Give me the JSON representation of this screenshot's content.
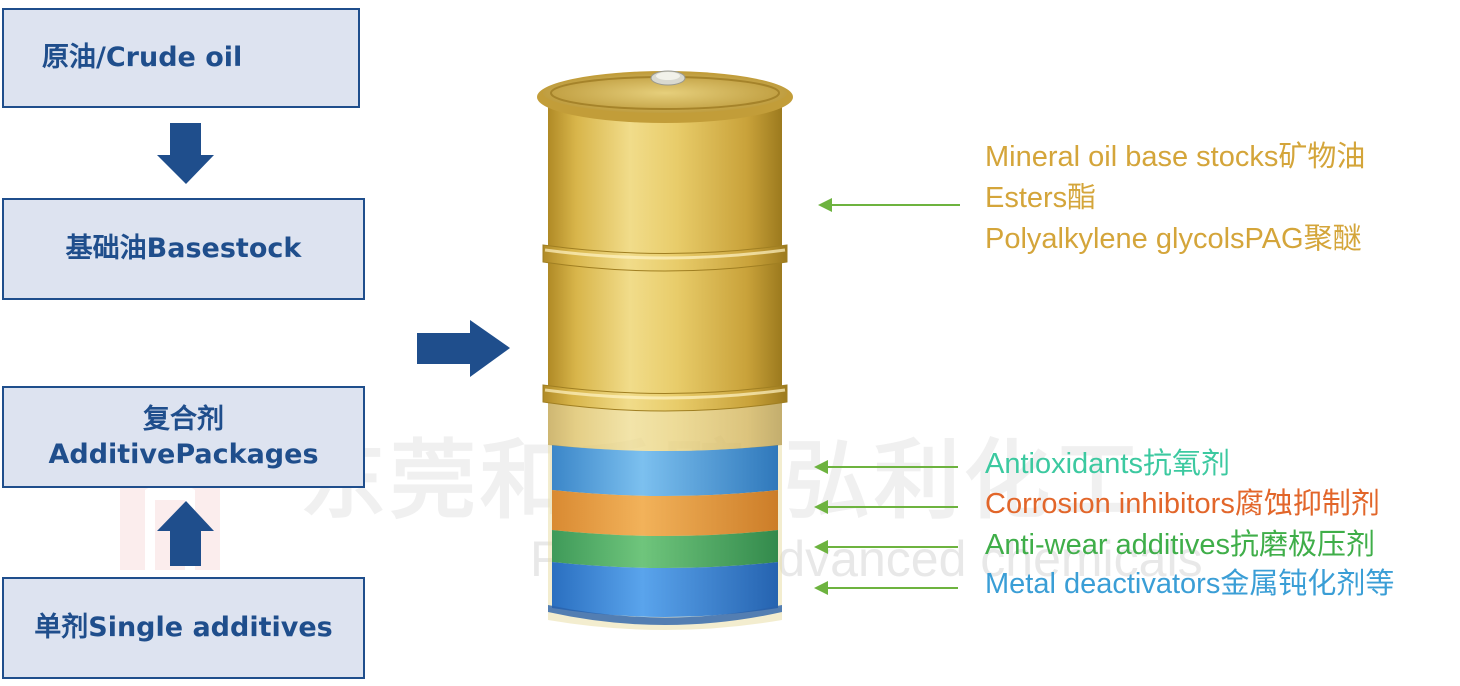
{
  "flow": {
    "crude_oil": "原油/Crude oil",
    "basestock": "基础油Basestock",
    "packages_line1": "复合剂",
    "packages_line2": "AdditivePackages",
    "single": "单剂Single additives"
  },
  "base_components": [
    "Mineral oil base stocks矿物油",
    "Esters酯",
    "Polyalkylene glycolsPAG聚醚"
  ],
  "additives": {
    "antioxidants": "Antioxidants抗氧剂",
    "corrosion": "Corrosion inhibitors腐蚀抑制剂",
    "antiwear": "Anti-wear additives抗磨极压剂",
    "metal": "Metal deactivators金属钝化剂等"
  },
  "watermark": {
    "cn": "东莞和氏璧 弘利化工",
    "en": "Focus on advanced chemicals"
  },
  "colors": {
    "box_fill": "#dde3f0",
    "box_border": "#1f4e8c",
    "flow_arrow": "#1f4e8c",
    "pointer_arrow": "#6db33f",
    "base_text": "#d4a53a",
    "antioxidant_text": "#3cc9a0",
    "corrosion_text": "#e2662a",
    "antiwear_text": "#3fae49",
    "metal_text": "#3a9ed6"
  }
}
